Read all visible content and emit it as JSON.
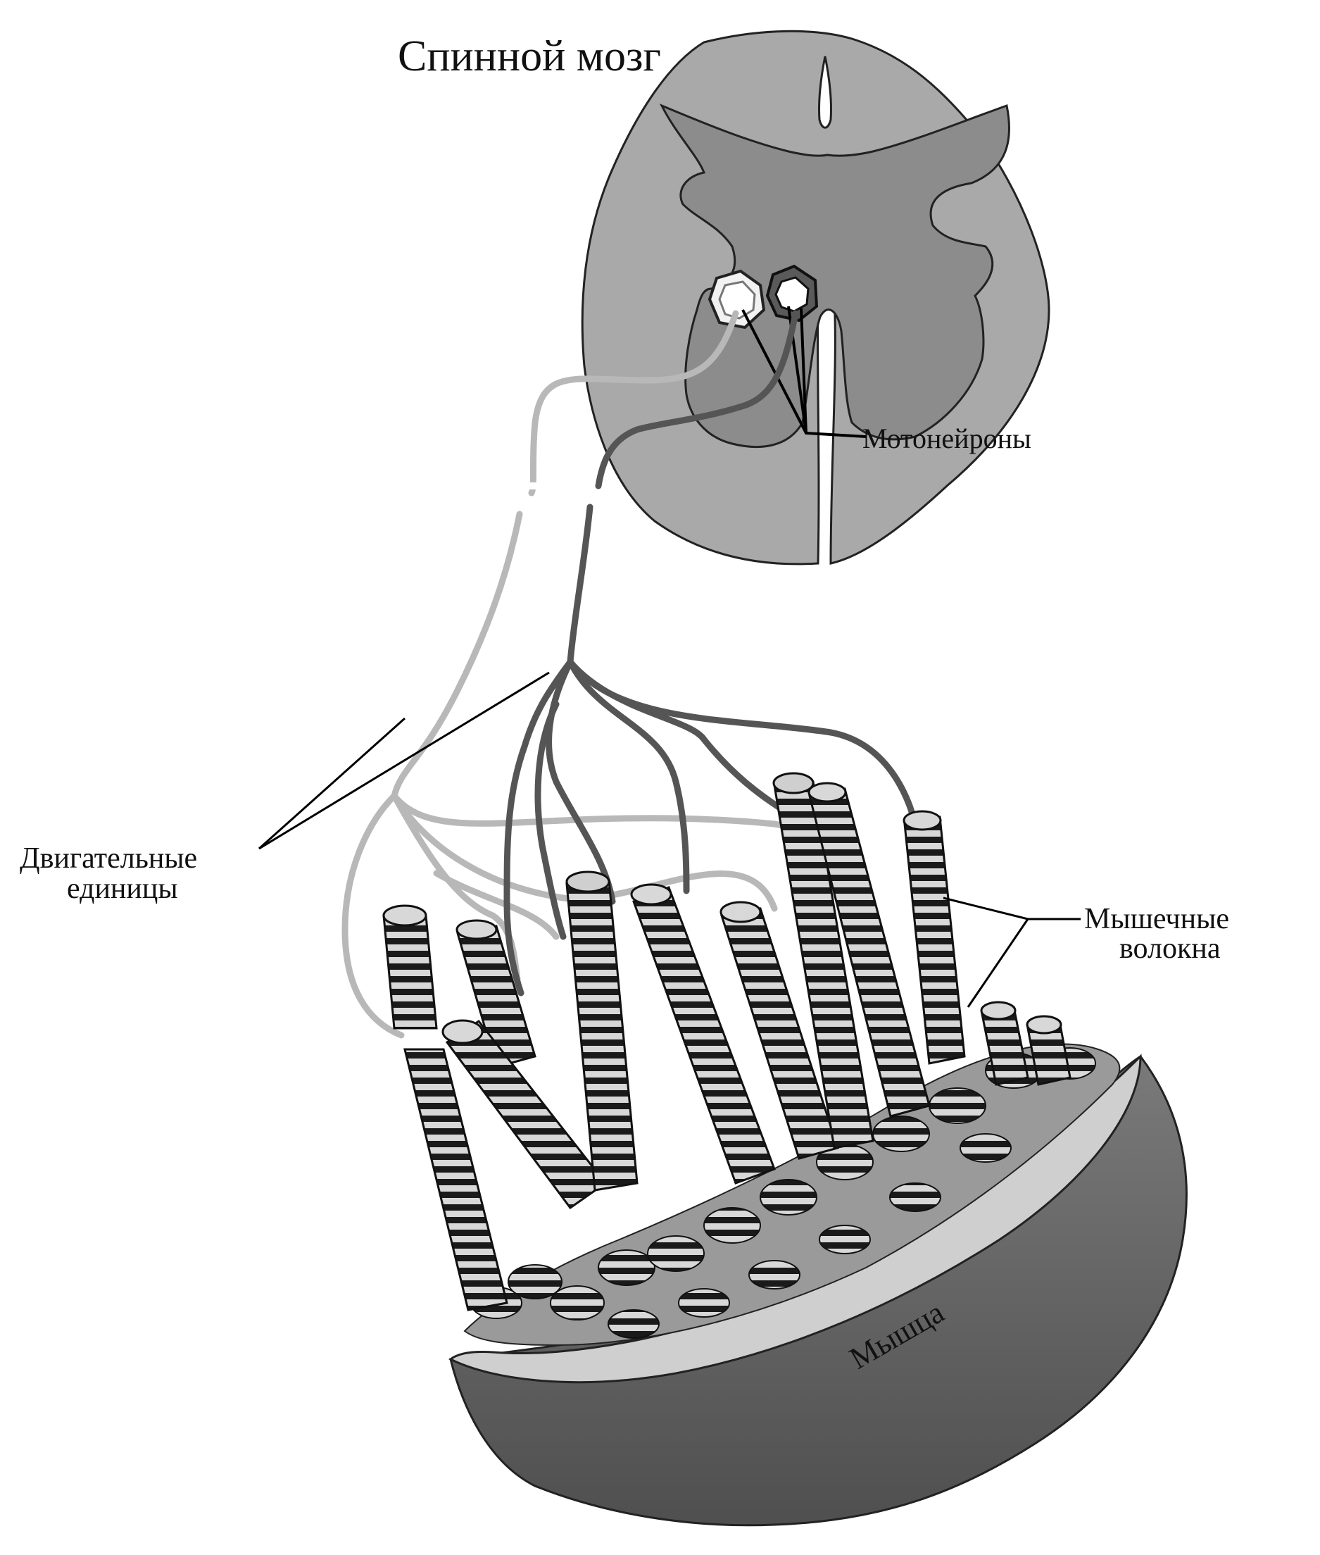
{
  "labels": {
    "spinal_cord": "Спинной мозг",
    "motor_neurons": "Мотонейроны",
    "motor_units_line1": "Двигательные",
    "motor_units_line2": "единицы",
    "muscle_fibers_line1": "Мышечные",
    "muscle_fibers_line2": "волокна",
    "muscle": "Мышца"
  },
  "colors": {
    "cord_gray": "#8c8c8c",
    "white_matter": "#a9a9a9",
    "nerve_light": "#b8b8b8",
    "nerve_dark": "#555555",
    "muscle_body": "#6e6e6e",
    "fiber_band": "#1a1a1a",
    "fiber_base": "#d8d8d8"
  }
}
